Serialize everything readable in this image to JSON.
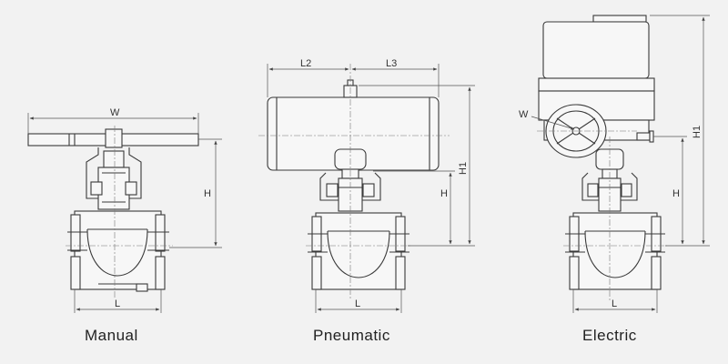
{
  "captions": {
    "manual": "Manual",
    "pneumatic": "Pneumatic",
    "electric": "Electric"
  },
  "dims": {
    "manual": {
      "w": "W",
      "h": "H",
      "l": "L"
    },
    "pneumatic": {
      "l2": "L2",
      "l3": "L3",
      "h": "H",
      "h1": "H1",
      "l": "L"
    },
    "electric": {
      "w": "W",
      "h": "H",
      "h1": "H1",
      "l": "L"
    }
  }
}
